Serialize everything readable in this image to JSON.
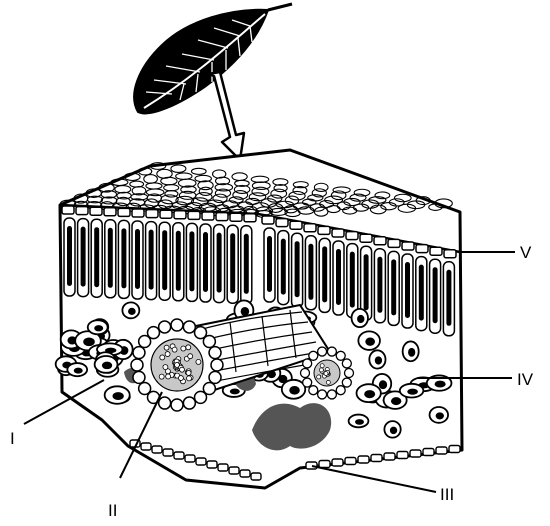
{
  "labels": {
    "i": "I",
    "ii": "II",
    "iii": "III",
    "iv": "IV",
    "v": "V"
  },
  "colors": {
    "ink": "#000000",
    "background": "#ffffff",
    "airspace": "#555555",
    "xylem": "#c8c8c8"
  }
}
